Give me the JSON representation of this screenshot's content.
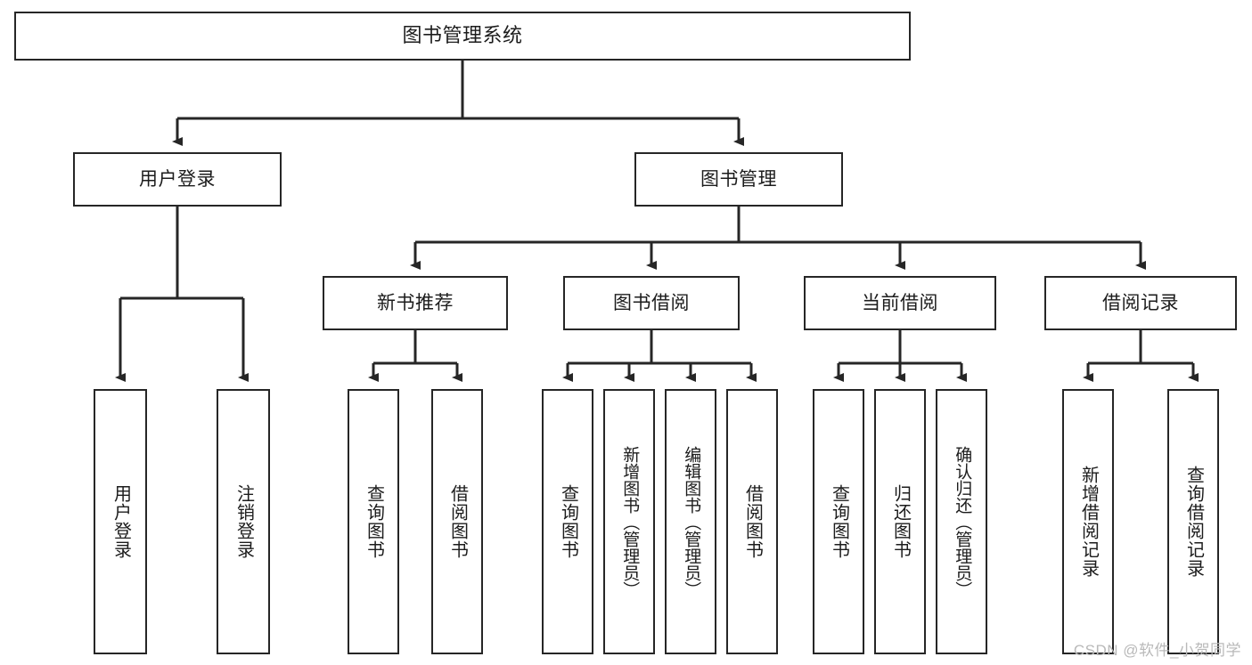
{
  "diagram": {
    "title": "图书管理系统",
    "type": "tree",
    "colors": {
      "stroke": "#262626",
      "box_fill": "#ffffff",
      "text": "#1c1c1c",
      "watermark": "#b9b9b9",
      "background": "#ffffff"
    },
    "watermark": "CSDN @软件_小贺同学",
    "root": {
      "label": "图书管理系统"
    },
    "level2": [
      {
        "label": "用户登录"
      },
      {
        "label": "图书管理"
      }
    ],
    "level3": [
      {
        "label": "新书推荐"
      },
      {
        "label": "图书借阅"
      },
      {
        "label": "当前借阅"
      },
      {
        "label": "借阅记录"
      }
    ],
    "leaves": {
      "user_login": [
        {
          "label": "用户登录"
        },
        {
          "label": "注销登录"
        }
      ],
      "new_book": [
        {
          "label": "查询图书"
        },
        {
          "label": "借阅图书"
        }
      ],
      "borrow_book": [
        {
          "label": "查询图书"
        },
        {
          "label": "新增图书（管理员）"
        },
        {
          "label": "编辑图书（管理员）"
        },
        {
          "label": "借阅图书"
        }
      ],
      "current_borrow": [
        {
          "label": "查询图书"
        },
        {
          "label": "归还图书"
        },
        {
          "label": "确认归还（管理员）"
        }
      ],
      "borrow_record": [
        {
          "label": "新增借阅记录"
        },
        {
          "label": "查询借阅记录"
        }
      ]
    }
  }
}
